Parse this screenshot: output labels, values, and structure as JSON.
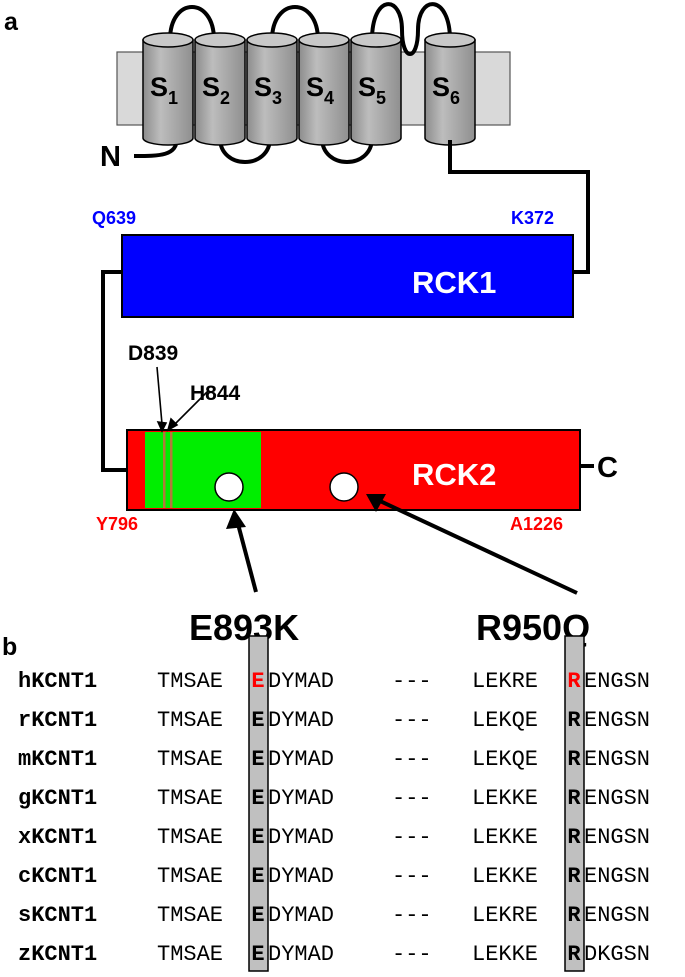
{
  "panel_a": {
    "label": "a",
    "segments": [
      {
        "base": "S",
        "sub": "1"
      },
      {
        "base": "S",
        "sub": "2"
      },
      {
        "base": "S",
        "sub": "3"
      },
      {
        "base": "S",
        "sub": "4"
      },
      {
        "base": "S",
        "sub": "5"
      },
      {
        "base": "S",
        "sub": "6"
      }
    ],
    "n_terminus": "N",
    "c_terminus": "C",
    "rck1": {
      "name": "RCK1",
      "start": "K372",
      "end": "Q639"
    },
    "rck2": {
      "name": "RCK2",
      "start": "Y796",
      "end": "A1226"
    },
    "sites": {
      "d839": "D839",
      "h844": "H844"
    },
    "mutations": {
      "e893k": "E893K",
      "r950q": "R950Q"
    },
    "colors": {
      "rck1": "#0000ff",
      "rck2": "#ff0000",
      "green_region": "#00ee00",
      "segment": "#a6a6a6",
      "membrane": "#d9d9d9",
      "blue_text": "#0000ff",
      "red_text": "#ff0000",
      "stripe": "#b07a3c"
    }
  },
  "panel_b": {
    "label": "b",
    "gap": "---",
    "highlight_color": "#ff0000",
    "rows": [
      {
        "species": "hKCNT1",
        "left_pre": "TMSAE",
        "left_res": "E",
        "left_post": "DYMAD",
        "right_pre": "LEKRE",
        "right_res": "R",
        "right_post": "ENGSN",
        "highlight": true
      },
      {
        "species": "rKCNT1",
        "left_pre": "TMSAE",
        "left_res": "E",
        "left_post": "DYMAD",
        "right_pre": "LEKQE",
        "right_res": "R",
        "right_post": "ENGSN",
        "highlight": false
      },
      {
        "species": "mKCNT1",
        "left_pre": "TMSAE",
        "left_res": "E",
        "left_post": "DYMAD",
        "right_pre": "LEKQE",
        "right_res": "R",
        "right_post": "ENGSN",
        "highlight": false
      },
      {
        "species": "gKCNT1",
        "left_pre": "TMSAE",
        "left_res": "E",
        "left_post": "DYMAD",
        "right_pre": "LEKKE",
        "right_res": "R",
        "right_post": "ENGSN",
        "highlight": false
      },
      {
        "species": "xKCNT1",
        "left_pre": "TMSAE",
        "left_res": "E",
        "left_post": "DYMAD",
        "right_pre": "LEKKE",
        "right_res": "R",
        "right_post": "ENGSN",
        "highlight": false
      },
      {
        "species": "cKCNT1",
        "left_pre": "TMSAE",
        "left_res": "E",
        "left_post": "DYMAD",
        "right_pre": "LEKKE",
        "right_res": "R",
        "right_post": "ENGSN",
        "highlight": false
      },
      {
        "species": "sKCNT1",
        "left_pre": "TMSAE",
        "left_res": "E",
        "left_post": "DYMAD",
        "right_pre": "LEKRE",
        "right_res": "R",
        "right_post": "ENGSN",
        "highlight": false
      },
      {
        "species": "zKCNT1",
        "left_pre": "TMSAE",
        "left_res": "E",
        "left_post": "DYMAD",
        "right_pre": "LEKKE",
        "right_res": "R",
        "right_post": "DKGSN",
        "highlight": false
      }
    ]
  }
}
